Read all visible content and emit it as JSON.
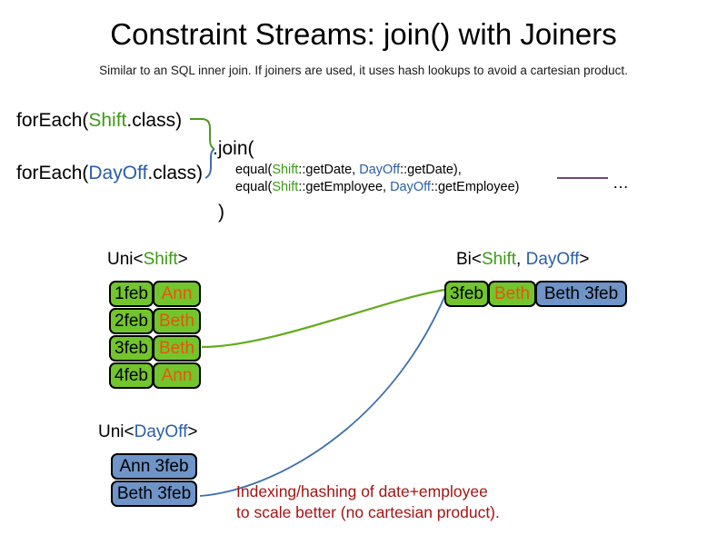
{
  "header": {
    "title": "Constraint Streams: join() with Joiners",
    "subtitle": "Similar to an SQL inner join. If joiners are used, it uses hash lookups to avoid a cartesian product."
  },
  "code": {
    "foreach_shift": {
      "prefix": "forEach(",
      "type": "Shift",
      "suffix": ".class)"
    },
    "foreach_dayoff": {
      "prefix": "forEach(",
      "type": "DayOff",
      "suffix": ".class)"
    },
    "join_open": ".join(",
    "join_close": ")",
    "joiners": [
      {
        "fn_open": "equal(",
        "left_type": "Shift",
        "left_ref": "::getDate, ",
        "right_type": "DayOff",
        "right_ref": "::getDate),"
      },
      {
        "fn_open": "equal(",
        "left_type": "Shift",
        "left_ref": "::getEmployee, ",
        "right_type": "DayOff",
        "right_ref": "::getEmployee)"
      }
    ],
    "ellipsis": "…"
  },
  "streams": {
    "uni_shift": {
      "label_prefix": "Uni<",
      "label_type": "Shift",
      "label_suffix": ">",
      "columns": [
        "date",
        "employee"
      ],
      "rows": [
        {
          "date": "1feb",
          "employee": "Ann"
        },
        {
          "date": "2feb",
          "employee": "Beth"
        },
        {
          "date": "3feb",
          "employee": "Beth"
        },
        {
          "date": "4feb",
          "employee": "Ann"
        }
      ]
    },
    "uni_dayoff": {
      "label_prefix": "Uni<",
      "label_type": "DayOff",
      "label_suffix": ">",
      "columns": [
        "fact"
      ],
      "rows": [
        {
          "fact": "Ann 3feb"
        },
        {
          "fact": "Beth 3feb"
        }
      ]
    },
    "bi_join": {
      "label_prefix": "Bi<",
      "label_type_a": "Shift",
      "label_separator": ", ",
      "label_type_b": "DayOff",
      "label_suffix": ">",
      "columns": [
        "date",
        "employee",
        "fact"
      ],
      "rows": [
        {
          "date": "3feb",
          "employee": "Beth",
          "fact": "Beth 3feb"
        }
      ]
    }
  },
  "note": {
    "caption": "Indexing/hashing of date+employee\nto scale better (no cartesian product)."
  },
  "colors": {
    "shift_green": "#3d9b16",
    "dayoff_blue": "#2a5fa8",
    "box_green": "#72c52c",
    "box_blue": "#6e94c8",
    "employee_orange": "#e8540c",
    "note_red": "#a81414",
    "ellipsis_rule_purple": "#6d4a72",
    "box_border": "#000000"
  }
}
